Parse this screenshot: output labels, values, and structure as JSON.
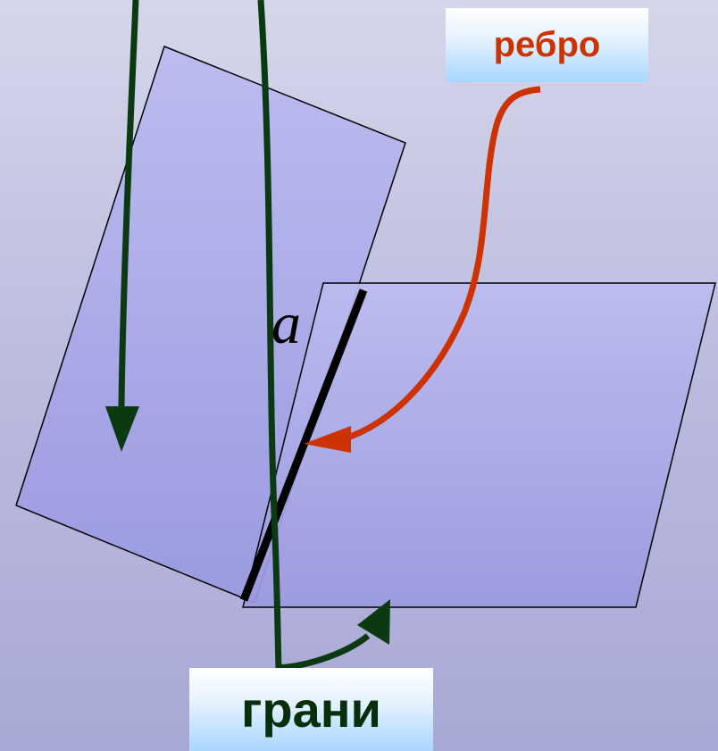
{
  "labels": {
    "edge": "ребро",
    "faces": "грани",
    "edge_letter": "a"
  },
  "colors": {
    "plane_fill": "#a5a5e8",
    "plane_stroke": "#000000",
    "edge_arrow": "#cc3300",
    "faces_arrow": "#0b3a12",
    "edge_line": "#000000"
  }
}
